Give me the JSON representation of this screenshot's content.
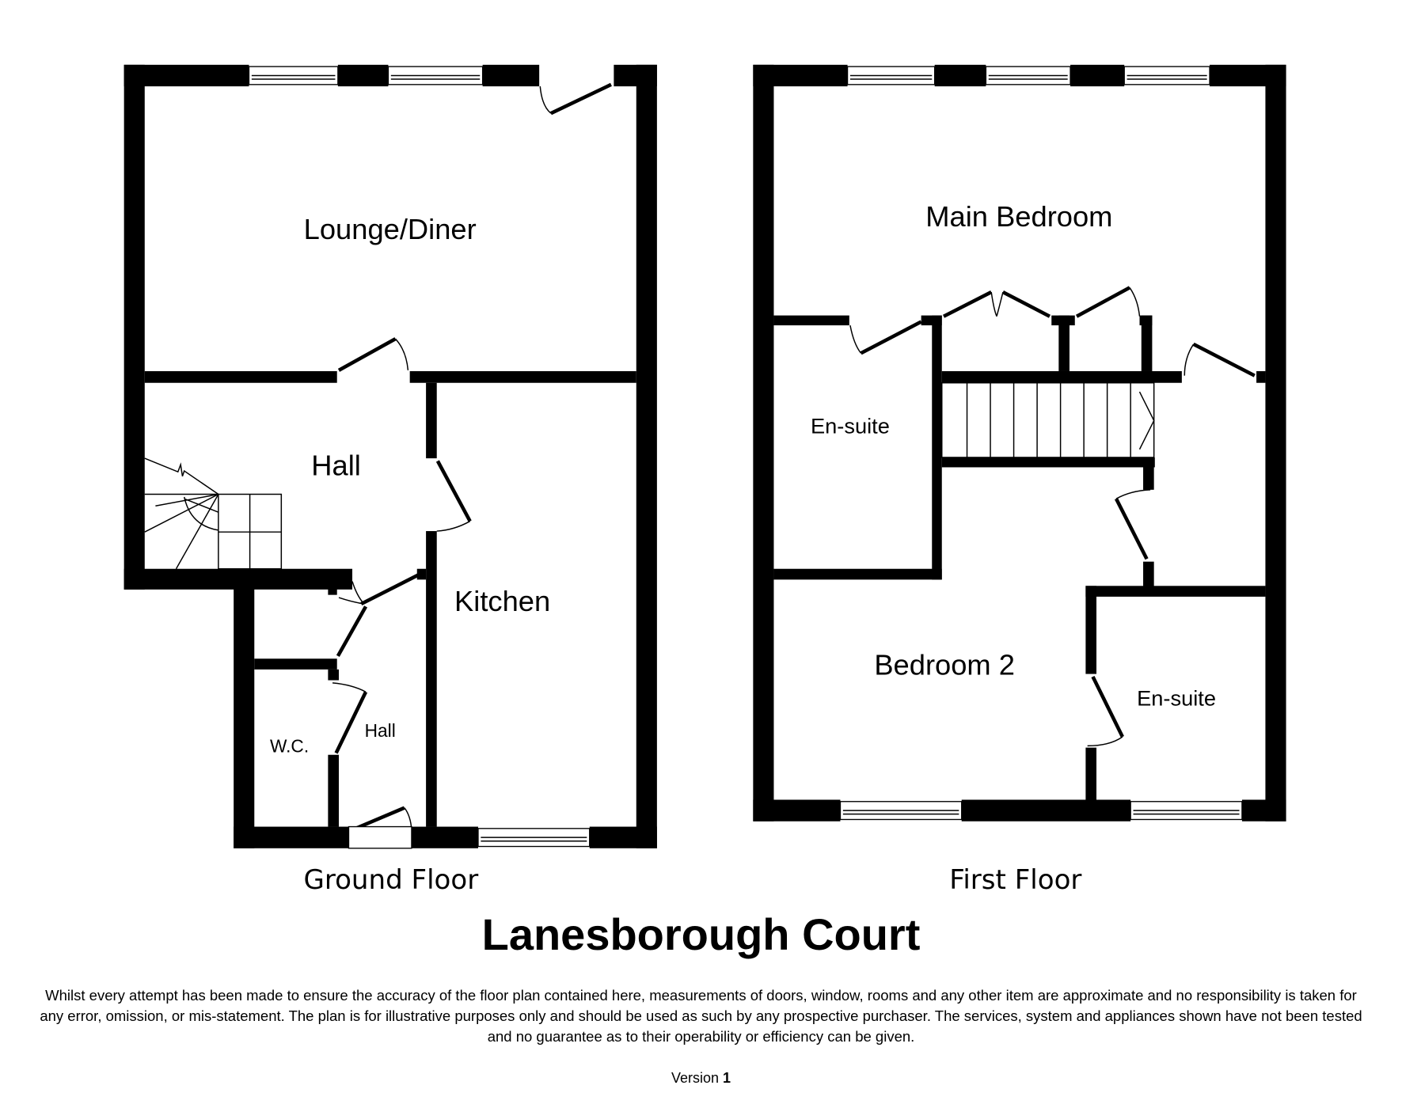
{
  "ground_floor": {
    "label": "Ground Floor",
    "rooms": {
      "lounge": "Lounge/Diner",
      "hall": "Hall",
      "kitchen": "Kitchen",
      "wc": "W.C.",
      "hall2": "Hall"
    }
  },
  "first_floor": {
    "label": "First Floor",
    "rooms": {
      "main_bedroom": "Main Bedroom",
      "ensuite1": "En-suite",
      "bedroom2": "Bedroom 2",
      "ensuite2": "En-suite"
    }
  },
  "title": "Lanesborough Court",
  "disclaimer": "Whilst every attempt has been made to ensure the accuracy of the floor plan contained here, measurements of doors, window, rooms and any other item are approximate and no responsibility is taken for any error, omission, or mis-statement. The plan is for illustrative purposes only and should be used as such by any prospective purchaser. The services, system and appliances shown have not been tested and no guarantee as to their operability or efficiency can be given.",
  "version_label": "Version",
  "version_number": "1"
}
